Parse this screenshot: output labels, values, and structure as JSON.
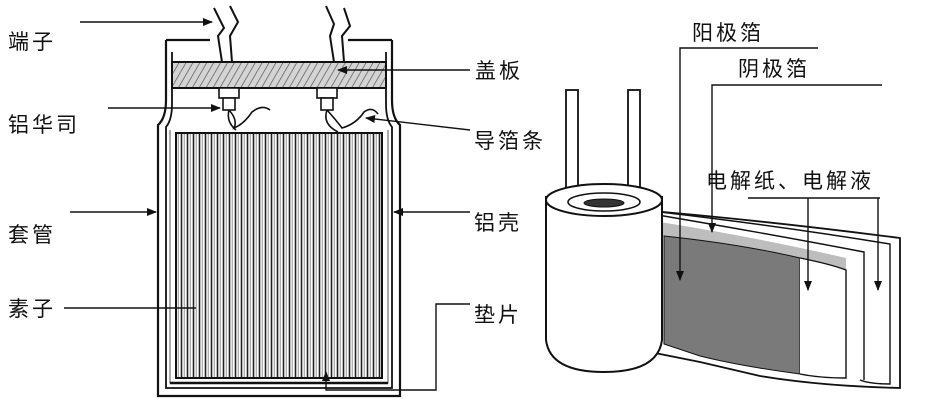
{
  "left_figure": {
    "labels": {
      "terminal": "端子",
      "cover_plate": "盖板",
      "aluminum_rivet": "铝华司",
      "guide_foil_strip": "导箔条",
      "sleeve": "套管",
      "aluminum_shell": "铝壳",
      "element": "素子",
      "gasket": "垫片"
    }
  },
  "right_figure": {
    "labels": {
      "anode_foil": "阳极箔",
      "cathode_foil": "阴极箔",
      "paper_electrolyte": "电解纸、电解液"
    }
  },
  "colors": {
    "line": "#111111",
    "cover_hatch": "#cfcfcf",
    "anode_fill": "#7a7a7a",
    "cathode_fill": "#bdbdbd"
  }
}
